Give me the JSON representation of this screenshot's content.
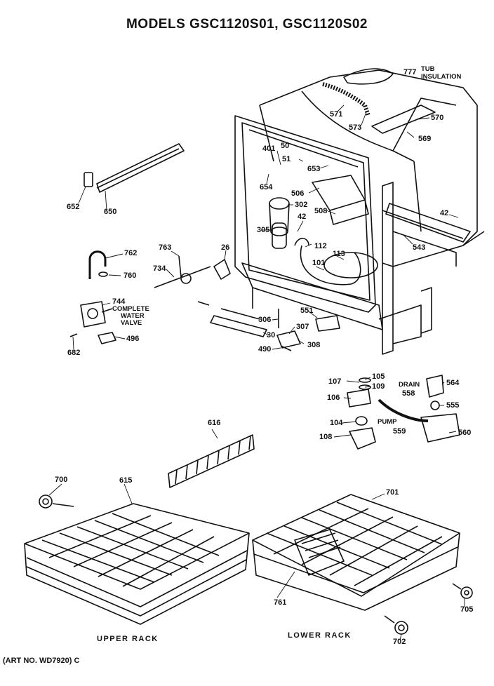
{
  "title": "MODELS GSC1120S01, GSC1120S02",
  "art_number": "(ART NO. WD7920) C",
  "captions": {
    "upper_rack": "UPPER RACK",
    "lower_rack": "LOWER RACK"
  },
  "parts": {
    "p777": "777",
    "tub_insulation_1": "TUB",
    "tub_insulation_2": "INSULATION",
    "p571": "571",
    "p573": "573",
    "p570": "570",
    "p569": "569",
    "p401": "401",
    "p50": "50",
    "p51": "51",
    "p653": "653",
    "p654": "654",
    "p506": "506",
    "p302": "302",
    "p508": "508",
    "p42a": "42",
    "p42b": "42",
    "p305": "305",
    "p112": "112",
    "p113": "113",
    "p101": "101",
    "p543": "543",
    "p652": "652",
    "p650": "650",
    "p762": "762",
    "p760": "760",
    "p763": "763",
    "p734": "734",
    "p26": "26",
    "p744": "744",
    "complete_1": "COMPLETE",
    "complete_2": "WATER",
    "complete_3": "VALVE",
    "p496": "496",
    "p682": "682",
    "p306": "306",
    "p30": "30",
    "p307": "307",
    "p490": "490",
    "p308": "308",
    "p551": "551",
    "p107": "107",
    "p105": "105",
    "p109": "109",
    "p106": "106",
    "p104": "104",
    "p108": "108",
    "drain": "DRAIN",
    "p558": "558",
    "p564": "564",
    "p555": "555",
    "pump": "PUMP",
    "p559": "559",
    "p560": "560",
    "p616": "616",
    "p700": "700",
    "p615": "615",
    "p701": "701",
    "p761": "761",
    "p705": "705",
    "p702": "702"
  }
}
